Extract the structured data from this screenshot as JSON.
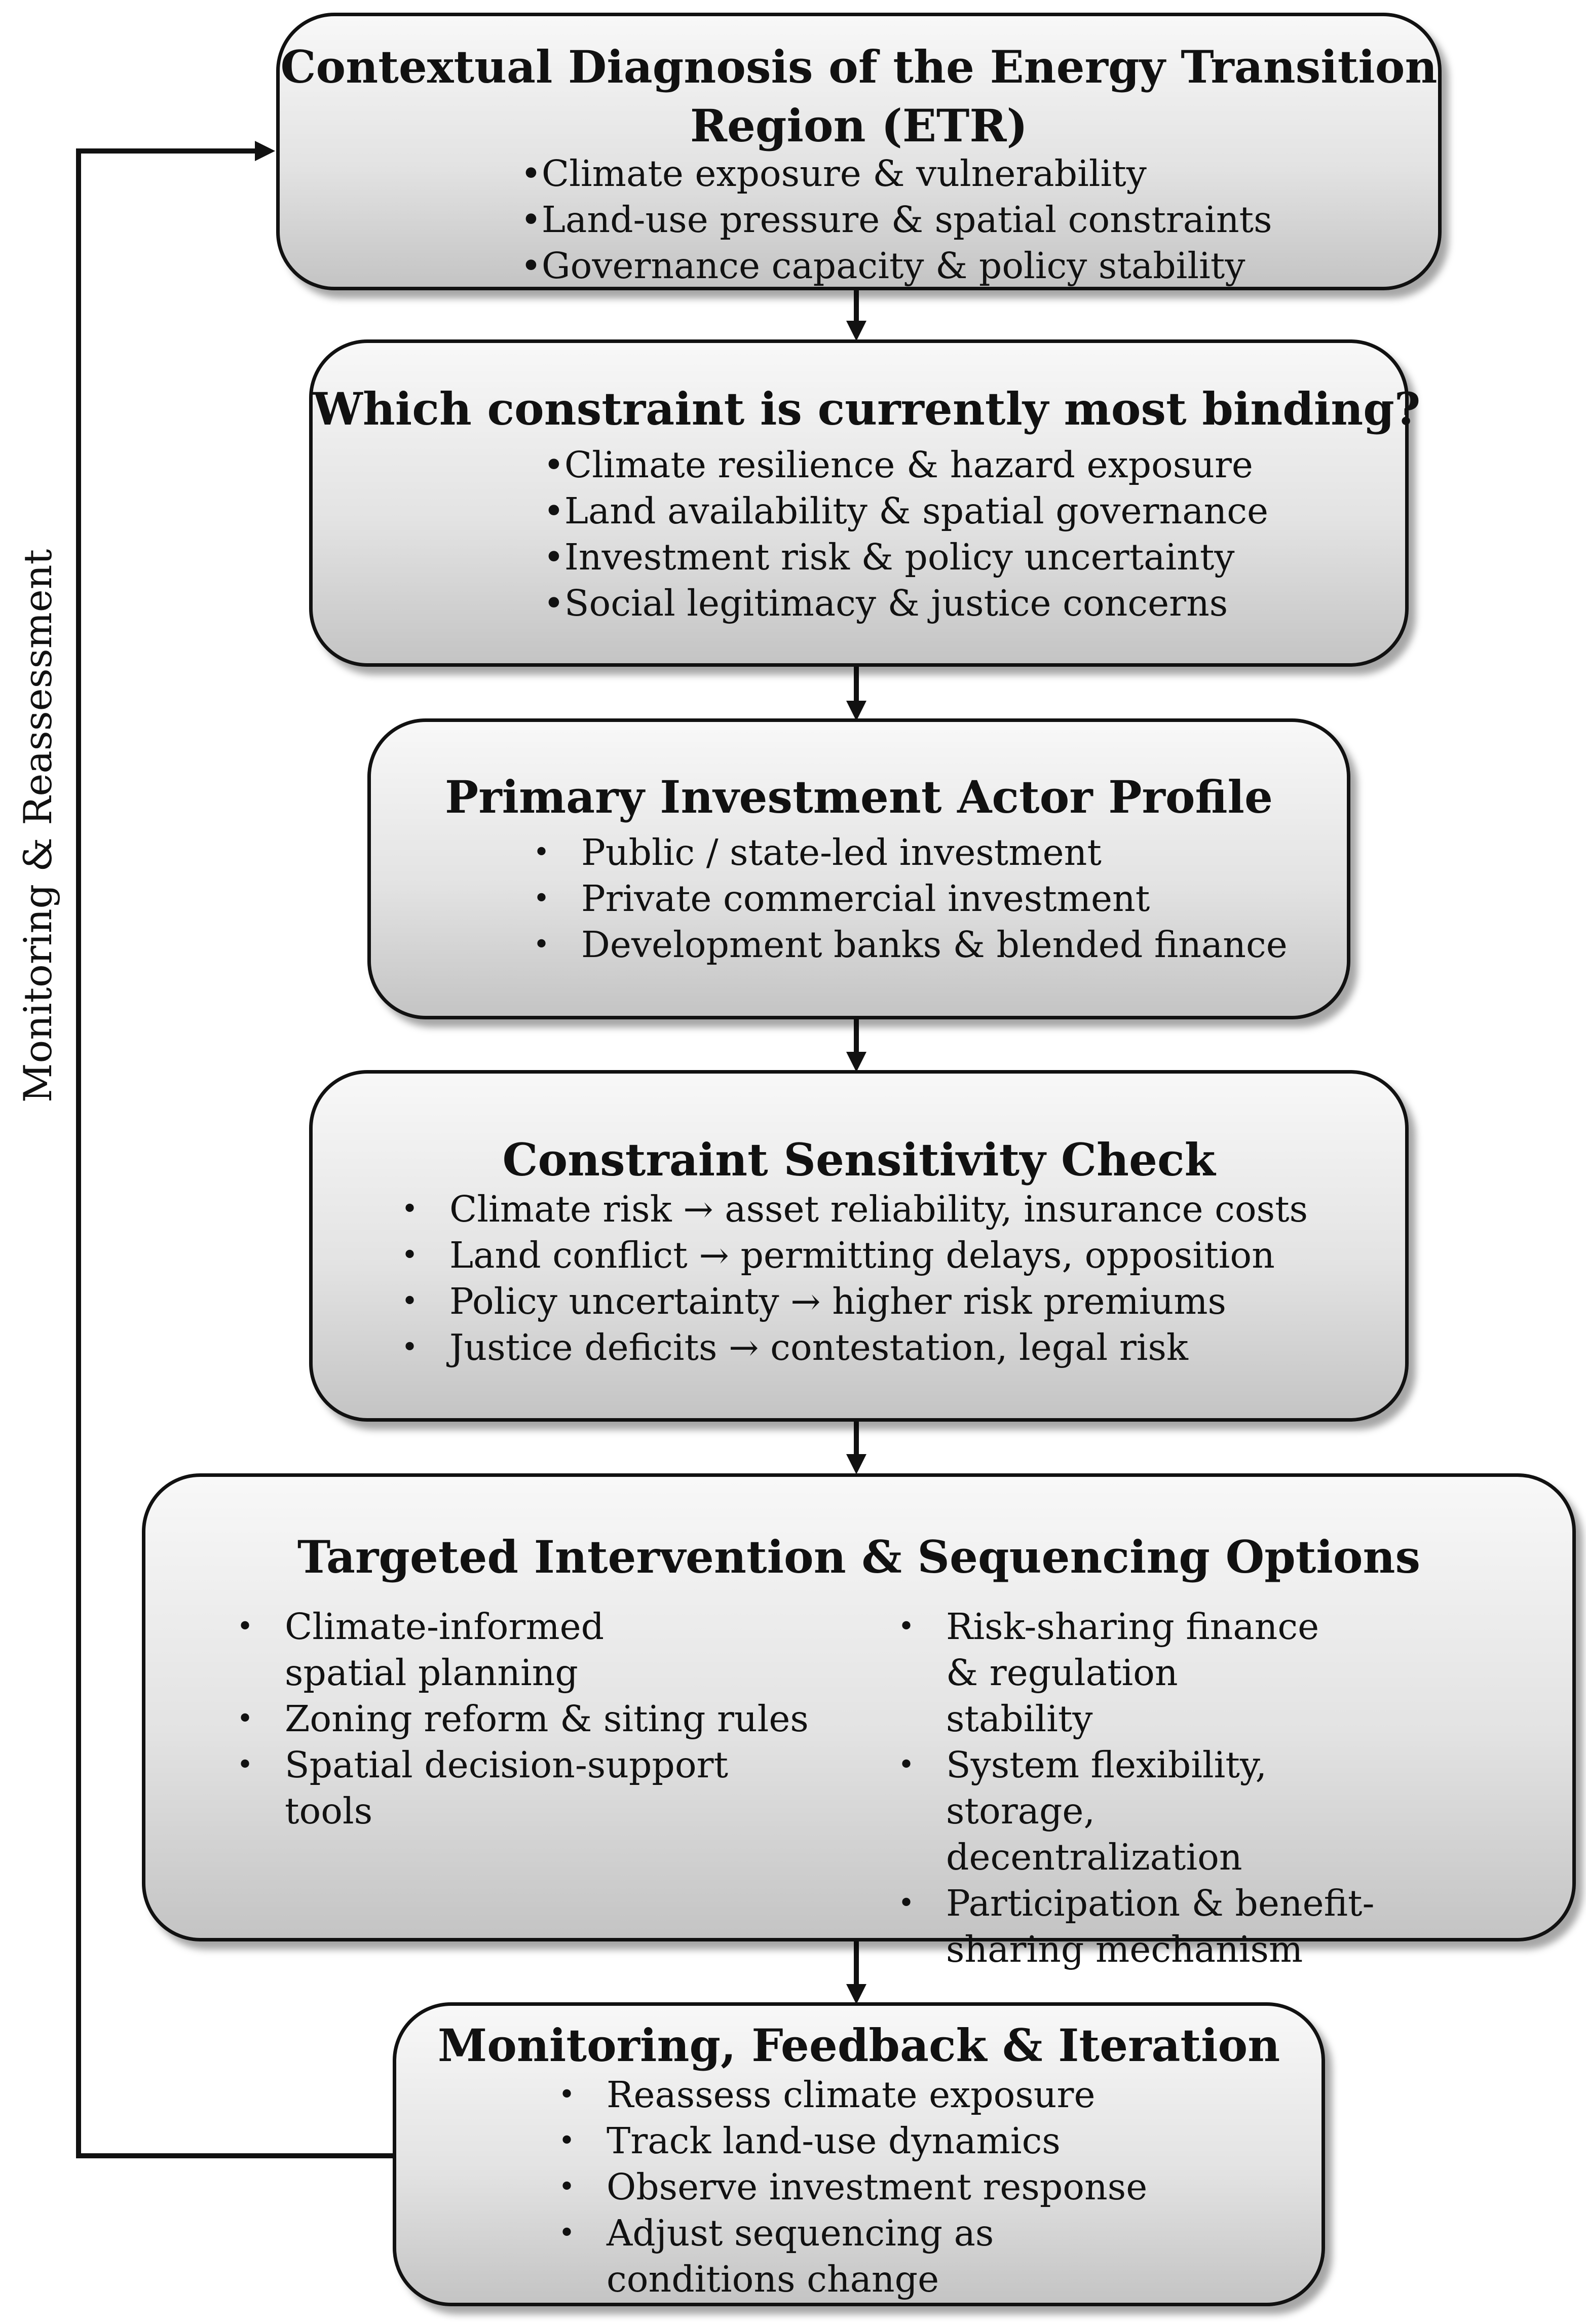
{
  "loop_label": "Monitoring & Reassessment",
  "boxes": {
    "diagnosis": {
      "title_line1": "Contextual Diagnosis of the Energy Transition",
      "title_line2": "Region (ETR)",
      "items": [
        "Climate exposure & vulnerability",
        "Land-use pressure & spatial constraints",
        "Governance capacity & policy stability"
      ]
    },
    "constraint": {
      "title": "Which constraint is currently most binding?",
      "items": [
        "Climate resilience & hazard exposure",
        "Land availability & spatial governance",
        "Investment risk & policy uncertainty",
        "Social legitimacy & justice concerns"
      ]
    },
    "actor": {
      "title": "Primary Investment Actor Profile",
      "items": [
        "Public / state-led investment",
        "Private commercial investment",
        "Development banks & blended finance"
      ]
    },
    "sensitivity": {
      "title": "Constraint Sensitivity Check",
      "items": [
        "Climate risk → asset reliability, insurance costs",
        "Land conflict → permitting delays, opposition",
        "Policy uncertainty → higher risk premiums",
        "Justice deficits → contestation, legal risk"
      ]
    },
    "intervention": {
      "title": "Targeted Intervention & Sequencing Options",
      "left_items": [
        "Climate-informed spatial planning",
        "Zoning reform & siting rules",
        "Spatial decision-support tools"
      ],
      "right_items": [
        "Risk-sharing finance & regulation stability",
        "System flexibility, storage, decentralization",
        "Participation & benefit-sharing mechanism"
      ]
    },
    "monitoring": {
      "title": "Monitoring, Feedback & Iteration",
      "items": [
        "Reassess climate exposure",
        "Track land-use dynamics",
        "Observe investment response",
        "Adjust sequencing as conditions change"
      ]
    }
  }
}
